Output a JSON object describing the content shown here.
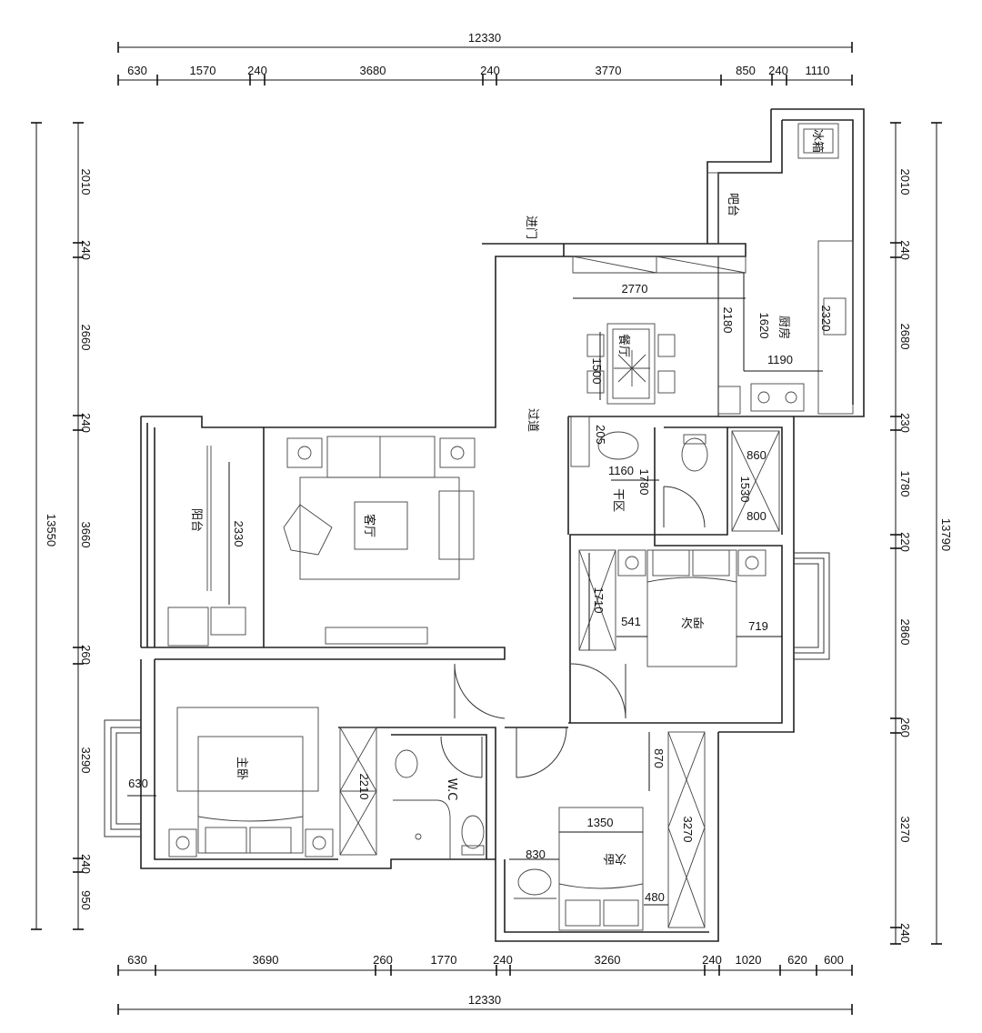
{
  "dims": {
    "top_total": "12330",
    "top": [
      "630",
      "1570",
      "240",
      "3680",
      "240",
      "3770",
      "850",
      "240",
      "1110"
    ],
    "bottom_total": "12330",
    "bottom": [
      "630",
      "3690",
      "260",
      "1770",
      "240",
      "3260",
      "240",
      "1020",
      "620",
      "600"
    ],
    "left_total": "13550",
    "left": [
      "2010",
      "240",
      "2660",
      "240",
      "3660",
      "260",
      "3290",
      "240",
      "950"
    ],
    "right_total": "13790",
    "right": [
      "2010",
      "240",
      "2680",
      "230",
      "1780",
      "220",
      "2860",
      "260",
      "3270",
      "240"
    ]
  },
  "rooms": {
    "entry": "进门",
    "bar": "吧台",
    "kitchen": "厨房",
    "fridge": "冰箱",
    "dining": "餐厅",
    "corridor": "过道",
    "living": "客厅",
    "balcony": "阳台",
    "dry_zone": "干区",
    "bed2": "次卧",
    "master": "主卧",
    "wc": "W.C",
    "bed3": "次卧"
  },
  "inner_dims": {
    "kitchen_w": "2770",
    "kitchen_h1": "2180",
    "kitchen_h2": "1620",
    "kitchen_w2": "1190",
    "kitchen_counter": "2320",
    "dining_h": "1500",
    "balcony_h": "2330",
    "wash_h": "205",
    "wash_w": "1160",
    "wash_h2": "1780",
    "shower_w": "860",
    "shower_h": "1530",
    "shower_w2": "800",
    "bed2_wardrobe": "1710",
    "bed2_left": "541",
    "bed2_right": "719",
    "master_bay": "630",
    "master_wardrobe": "2210",
    "bed3_top": "870",
    "bed3_bed": "1350",
    "bed3_wardrobe": "3270",
    "bed3_desk": "830",
    "bed3_side": "480"
  }
}
